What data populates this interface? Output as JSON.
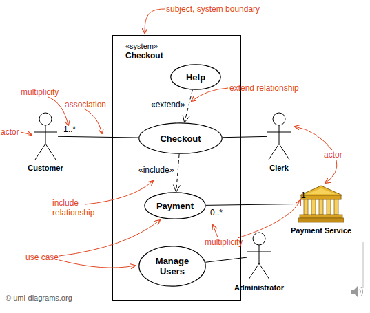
{
  "diagram": {
    "nodes": [
      {
        "text": [
          "«system»",
          "Checkout"
        ]
      },
      {
        "text": [
          "Help"
        ],
        "in": 0
      },
      {
        "text": [
          "Checkout"
        ],
        "in": 0
      },
      {
        "text": [
          "Payment"
        ],
        "in": 0
      },
      {
        "text": [
          "Manage Users"
        ],
        "in": 0
      },
      {
        "text": [
          "Customer"
        ]
      },
      {
        "text": [
          "Clerk"
        ]
      },
      {
        "text": [
          "Payment Service"
        ]
      },
      {
        "text": [
          "Administrator"
        ]
      }
    ],
    "edges": [
      {
        "from": 1,
        "to": 2,
        "arrow": "to",
        "label": "«extend»"
      },
      {
        "from": 2,
        "to": 3,
        "arrow": "to",
        "label": "«include»"
      },
      {
        "from": 5,
        "to": 2,
        "arrow": "none",
        "label": "1..*"
      },
      {
        "from": 6,
        "to": 2,
        "arrow": "none"
      },
      {
        "from": 3,
        "to": 7,
        "arrow": "none",
        "label": "0..*"
      },
      {
        "from": 8,
        "to": 4,
        "arrow": "none"
      }
    ],
    "labels": [
      "subject, system boundary",
      "multiplicity",
      "actor",
      "association",
      "extend relationship",
      "actor",
      "include relationship",
      "1",
      "multiplicity",
      "use case",
      "© uml-diagrams.org"
    ]
  }
}
